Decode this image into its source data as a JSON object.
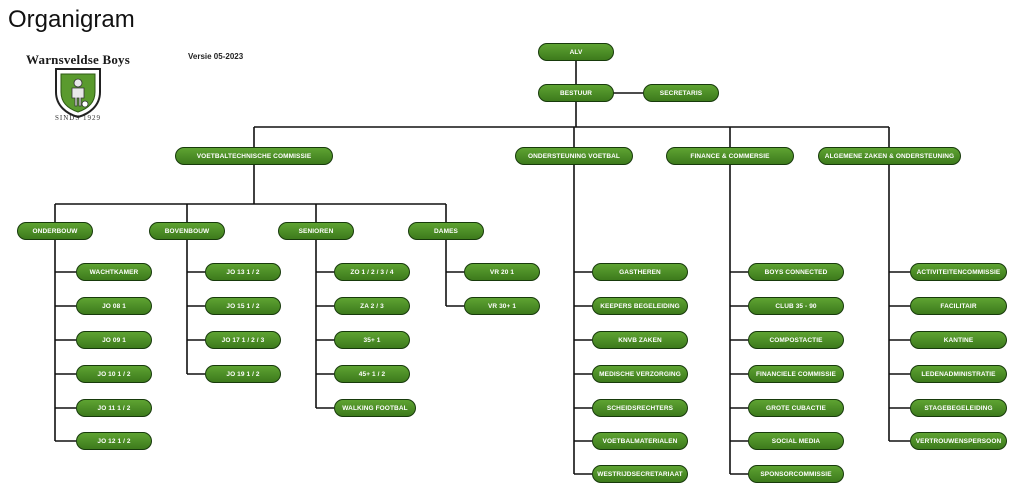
{
  "page": {
    "title": "Organigram",
    "version": "Versie 05-2023"
  },
  "logo": {
    "name": "Warnsveldse Boys",
    "since": "SINDS 1929"
  },
  "nodes": {
    "alv": "ALV",
    "bestuur": "BESTUUR",
    "secretaris": "SECRETARIS",
    "vtc": "VOETBALTECHNISCHE COMMISSIE",
    "ondersteuning": "ONDERSTEUNING VOETBAL",
    "finance": "FINANCE & COMMERSIE",
    "algemene": "ALGEMENE ZAKEN & ONDERSTEUNING",
    "onderbouw": "ONDERBOUW",
    "bovenbouw": "BOVENBOUW",
    "senioren": "SENIOREN",
    "dames": "DAMES"
  },
  "groups": {
    "onderbouw": [
      "WACHTKAMER",
      "JO 08 1",
      "JO 09 1",
      "JO 10 1 / 2",
      "JO 11 1 / 2",
      "JO 12 1 / 2"
    ],
    "bovenbouw": [
      "JO 13 1 / 2",
      "JO 15 1 / 2",
      "JO 17 1 / 2 / 3",
      "JO 19  1 / 2"
    ],
    "senioren": [
      "ZO 1 / 2 / 3 / 4",
      "ZA 2 / 3",
      "35+ 1",
      "45+  1 / 2",
      "WALKING FOOTBAL"
    ],
    "dames": [
      "VR 20 1",
      "VR 30+ 1"
    ],
    "ondersteuning": [
      "GASTHEREN",
      "KEEPERS BEGELEIDING",
      "KNVB ZAKEN",
      "MEDISCHE VERZORGING",
      "SCHEIDSRECHTERS",
      "VOETBALMATERIALEN",
      "WESTRIJDSECRETARIAAT"
    ],
    "finance": [
      "BOYS CONNECTED",
      "CLUB 35 - 90",
      "COMPOSTACTIE",
      "FINANCIELE COMMISSIE",
      "GROTE CUBACTIE",
      "SOCIAL MEDIA",
      "SPONSORCOMMISSIE"
    ],
    "algemene": [
      "ACTIVITEITENCOMMISSIE",
      "FACILITAIR",
      "KANTINE",
      "LEDENADMINISTRATIE",
      "STAGEBEGELEIDING",
      "VERTROUWENSPERSOON"
    ]
  },
  "colors": {
    "node_fill": "#4b8c25",
    "node_border": "#173a0b",
    "line": "#111111"
  }
}
